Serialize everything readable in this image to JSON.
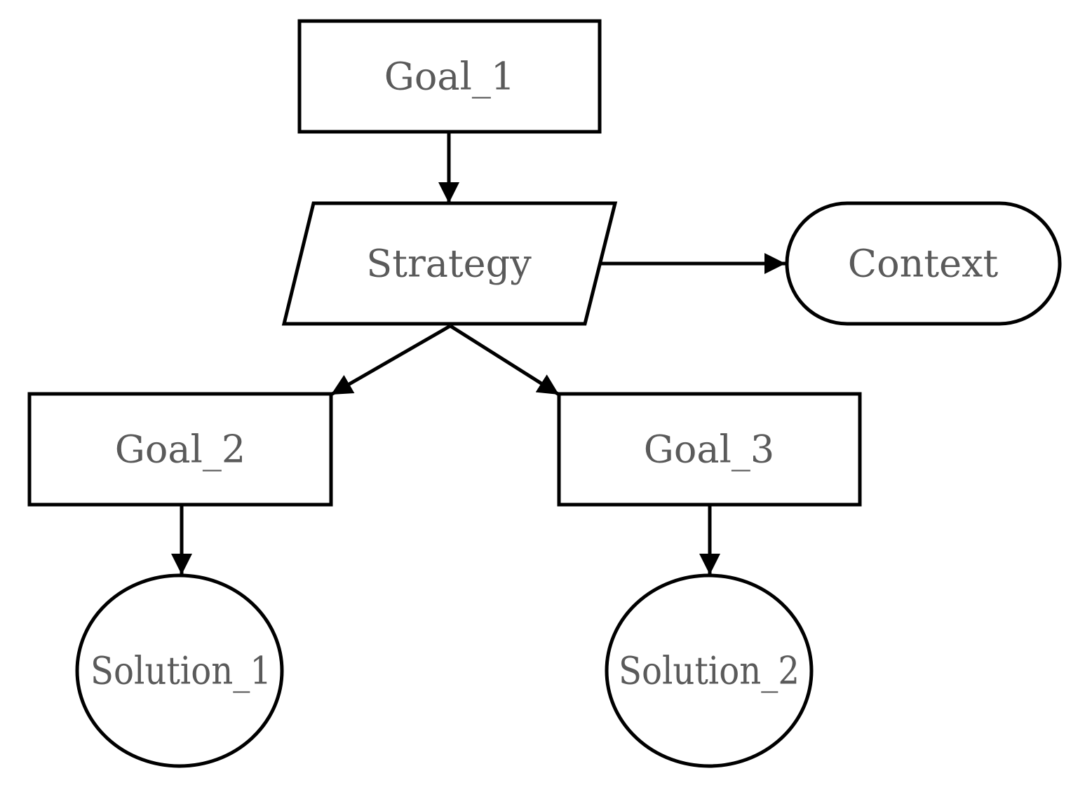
{
  "diagram": {
    "type": "goal-structure",
    "nodes": [
      {
        "id": "goal_1",
        "label": "Goal_1",
        "kind": "goal"
      },
      {
        "id": "strategy",
        "label": "Strategy",
        "kind": "strategy"
      },
      {
        "id": "context",
        "label": "Context",
        "kind": "context"
      },
      {
        "id": "goal_2",
        "label": "Goal_2",
        "kind": "goal"
      },
      {
        "id": "goal_3",
        "label": "Goal_3",
        "kind": "goal"
      },
      {
        "id": "solution_1",
        "label": "Solution_1",
        "kind": "solution"
      },
      {
        "id": "solution_2",
        "label": "Solution_2",
        "kind": "solution"
      }
    ],
    "edges": [
      {
        "from": "goal_1",
        "to": "strategy"
      },
      {
        "from": "strategy",
        "to": "context"
      },
      {
        "from": "strategy",
        "to": "goal_2"
      },
      {
        "from": "strategy",
        "to": "goal_3"
      },
      {
        "from": "goal_2",
        "to": "solution_1"
      },
      {
        "from": "goal_3",
        "to": "solution_2"
      }
    ],
    "colors": {
      "stroke": "#000000",
      "text": "#5a5a5a",
      "background": "#ffffff"
    }
  }
}
